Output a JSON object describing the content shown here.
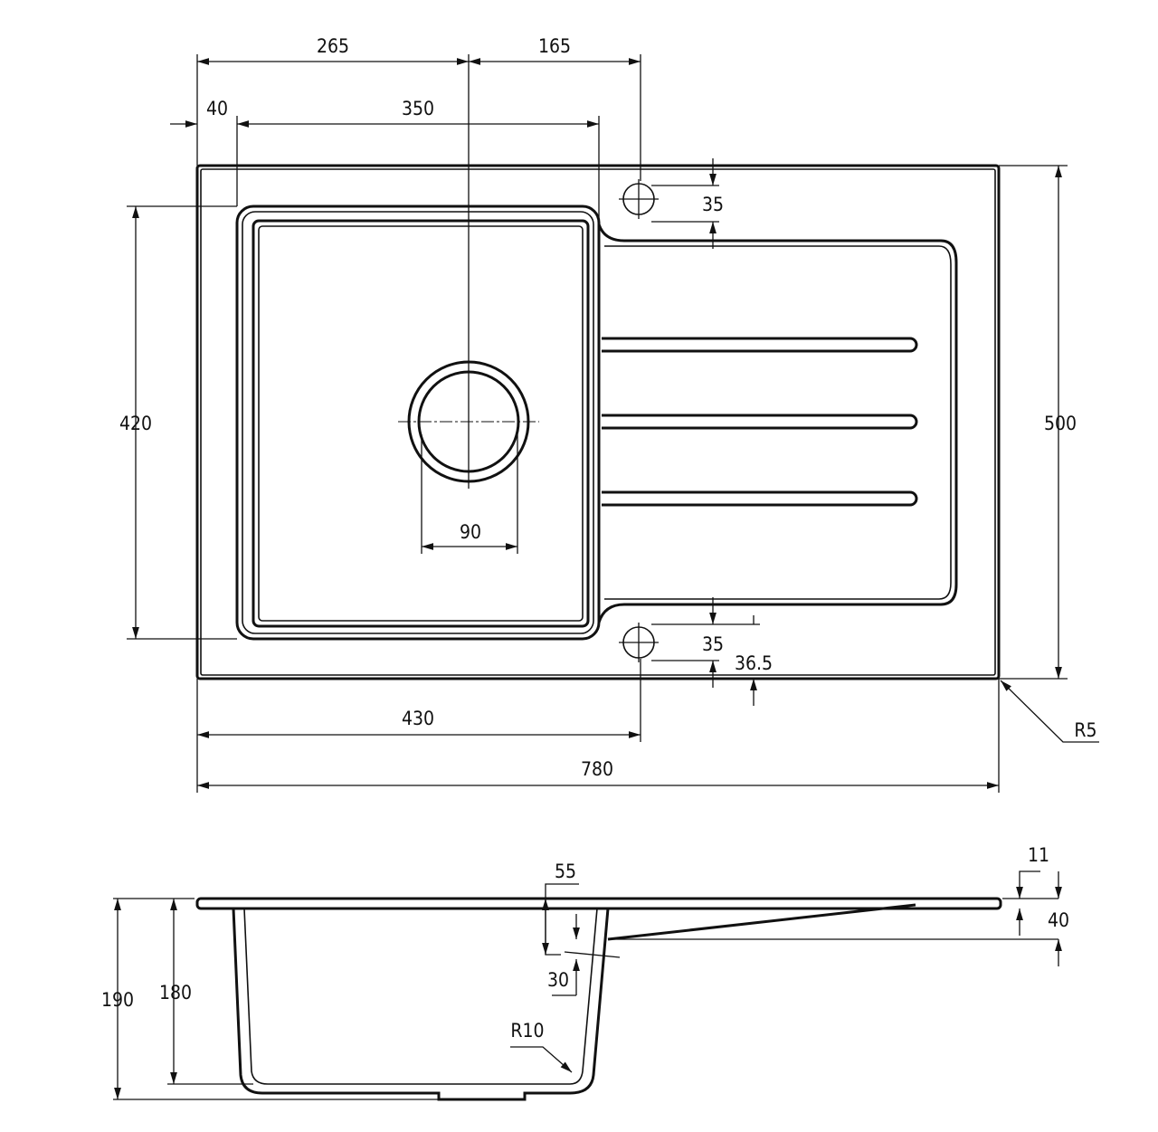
{
  "top_view": {
    "dim_265": "265",
    "dim_165": "165",
    "dim_40": "40",
    "dim_350": "350",
    "dim_35_top": "35",
    "dim_420": "420",
    "dim_500": "500",
    "dim_90": "90",
    "dim_35_bottom": "35",
    "dim_36_5": "36.5",
    "dim_430": "430",
    "dim_780": "780",
    "radius_r5": "R5"
  },
  "side_view": {
    "dim_55": "55",
    "dim_11": "11",
    "dim_40": "40",
    "dim_30": "30",
    "dim_190": "190",
    "dim_180": "180",
    "radius_r10": "R10"
  }
}
